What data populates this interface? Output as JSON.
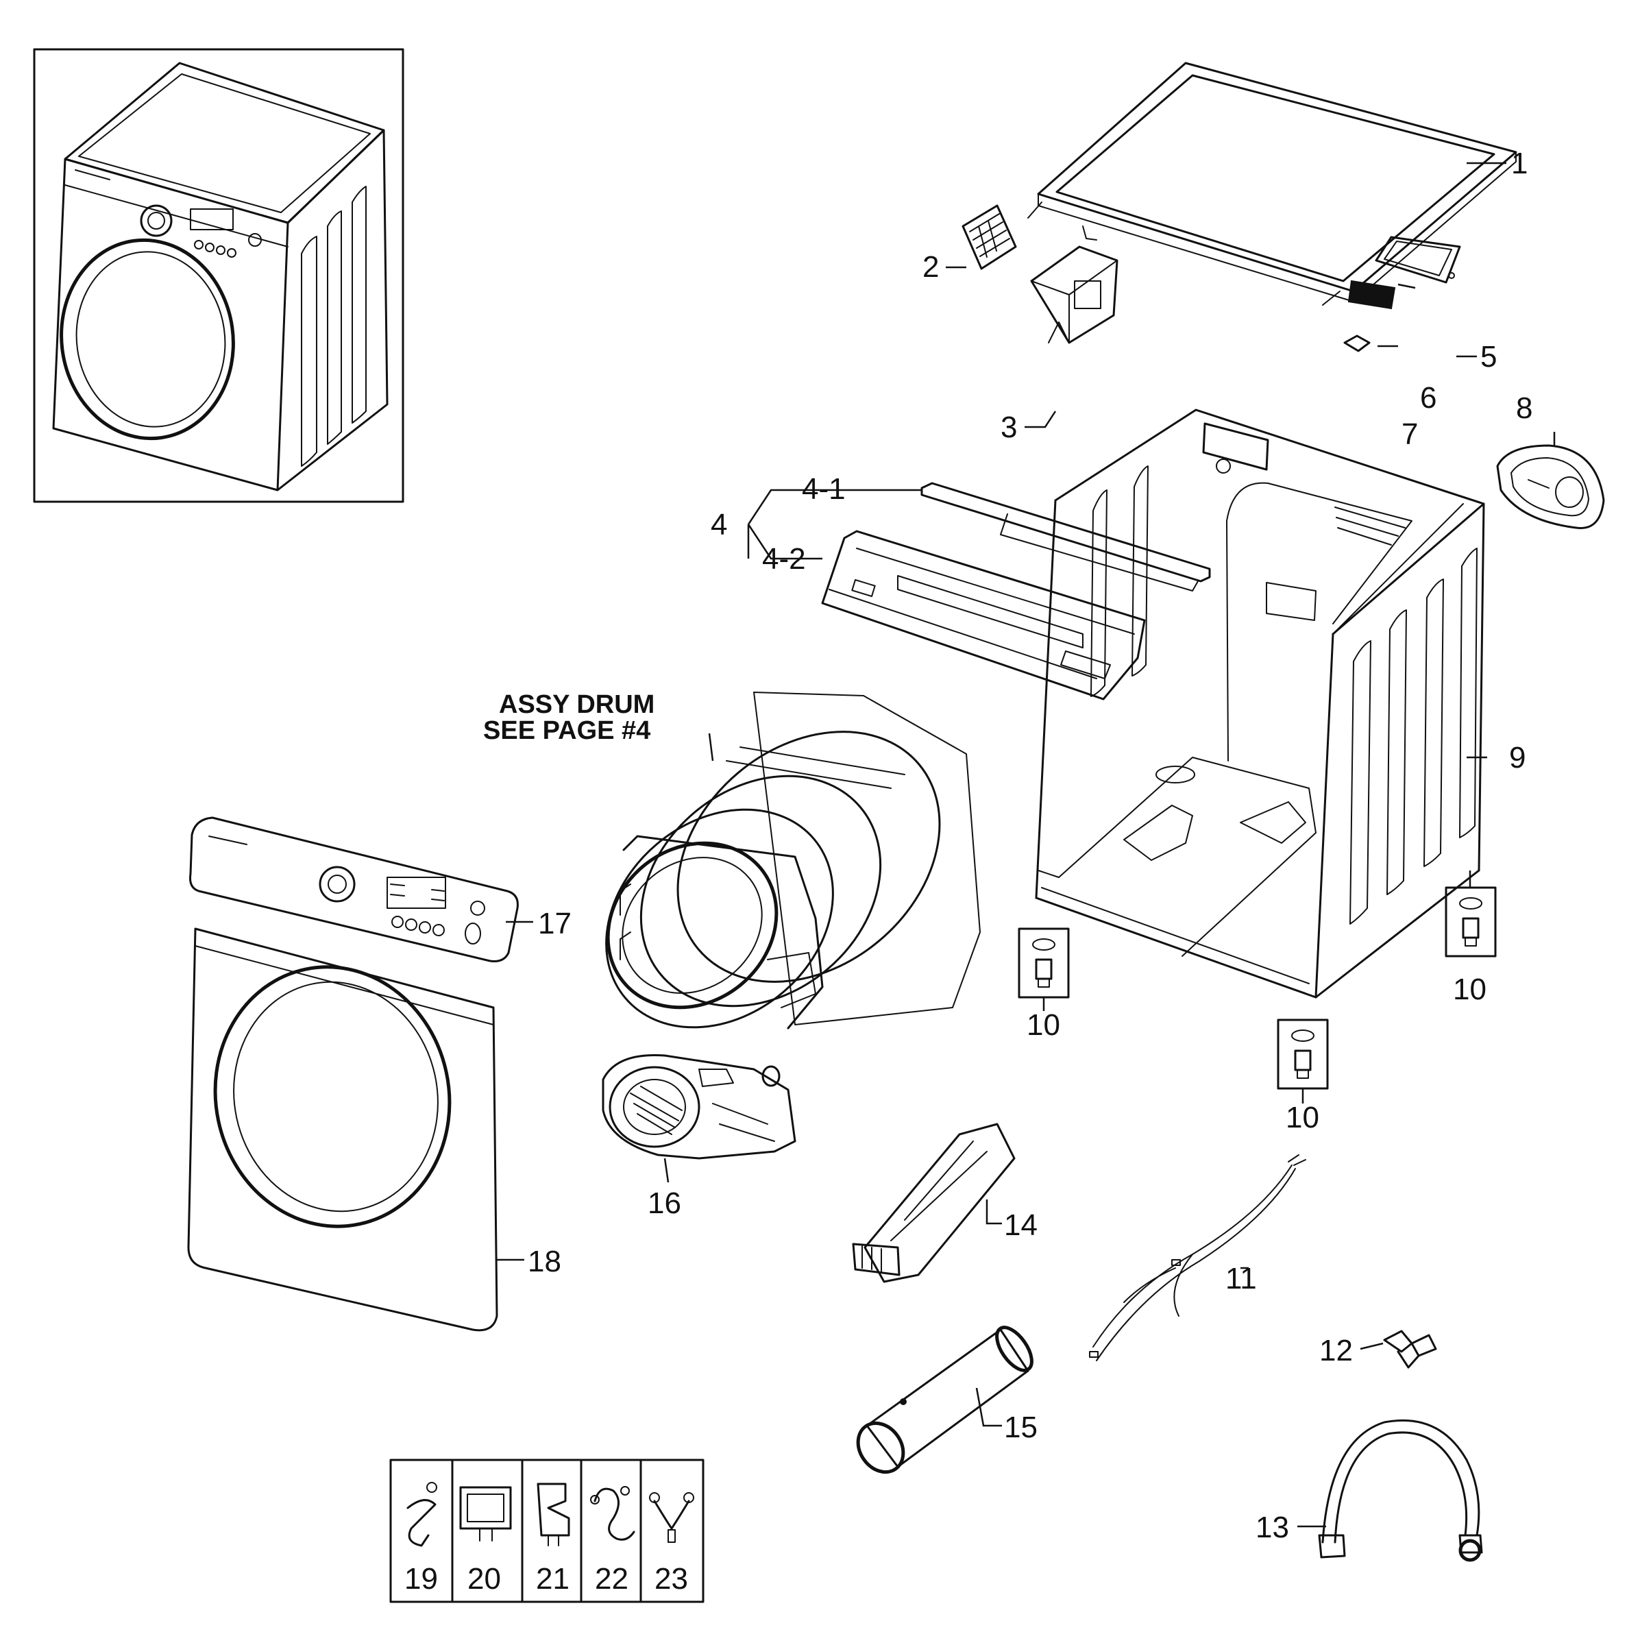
{
  "diagram": {
    "part_labels": {
      "p1": "1",
      "p2": "2",
      "p3": "3",
      "p4": "4",
      "p4_1": "4-1",
      "p4_2": "4-2",
      "p5": "5",
      "p6": "6",
      "p7": "7",
      "p8": "8",
      "p9": "9",
      "p10": "10",
      "p11": "11",
      "p12": "12",
      "p13": "13",
      "p14": "14",
      "p15": "15",
      "p16": "16",
      "p17": "17",
      "p18": "18",
      "p19": "19",
      "p20": "20",
      "p21": "21",
      "p22": "22",
      "p23": "23"
    },
    "drum_note": {
      "line1": "ASSY DRUM",
      "line2": "SEE PAGE #4"
    }
  }
}
